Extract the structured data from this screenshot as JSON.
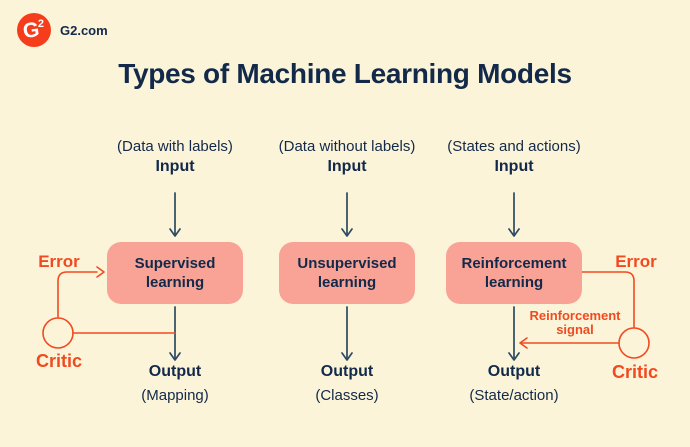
{
  "header": {
    "logo_g": "G",
    "logo_sup": "2",
    "brand": "G2.com"
  },
  "title": "Types of Machine Learning Models",
  "colors": {
    "background": "#FCF4D8",
    "box_fill": "#F9A396",
    "navy_text": "#12294A",
    "arrow_navy": "#2C4A63",
    "accent_orange": "#F04A21",
    "logo_red": "#F53D1C"
  },
  "columns": [
    {
      "input_note": "(Data with labels)",
      "input_label": "Input",
      "box_label": "Supervised learning",
      "output_label": "Output",
      "output_note": "(Mapping)"
    },
    {
      "input_note": "(Data without labels)",
      "input_label": "Input",
      "box_label": "Unsupervised learning",
      "output_label": "Output",
      "output_note": "(Classes)"
    },
    {
      "input_note": "(States and actions)",
      "input_label": "Input",
      "box_label": "Reinforcement learning",
      "output_label": "Output",
      "output_note": "(State/action)"
    }
  ],
  "feedback_left": {
    "error_label": "Error",
    "critic_label": "Critic"
  },
  "feedback_right": {
    "error_label": "Error",
    "signal_label": "Reinforcement signal",
    "critic_label": "Critic"
  }
}
